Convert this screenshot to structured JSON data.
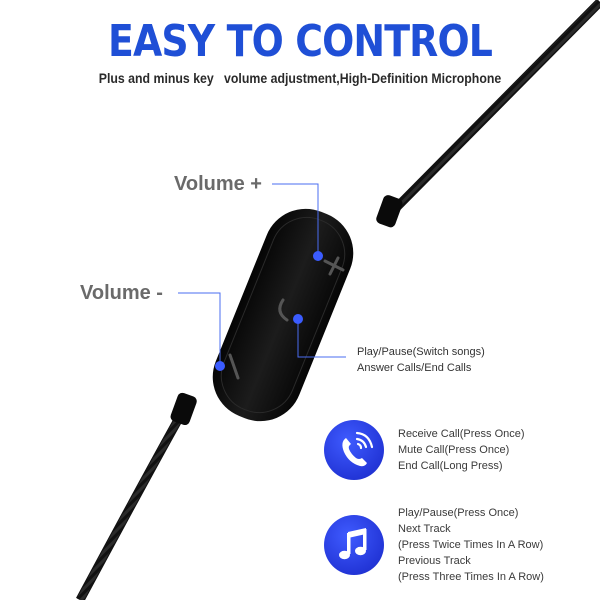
{
  "header": {
    "title": "EASY TO CONTROL",
    "subtitle": "Plus and minus key   volume adjustment,High-Definition Microphone"
  },
  "callouts": {
    "volume_up": "Volume +",
    "volume_down": "Volume -",
    "play_pause_lines": [
      "Play/Pause(Switch songs)",
      "Answer Calls/End Calls"
    ]
  },
  "features": [
    {
      "icon": "phone-icon",
      "lines": [
        "Receive Call(Press Once)",
        "Mute Call(Press Once)",
        "End Call(Long Press)"
      ]
    },
    {
      "icon": "music-note-icon",
      "lines": [
        "Play/Pause(Press Once)",
        "Next Track",
        "(Press Twice Times In A Row)",
        "Previous Track",
        "(Press Three Times In A Row)"
      ]
    }
  ],
  "colors": {
    "accent": "#1f4fd6",
    "icon_bg": "#2a3fe0",
    "dot": "#3b5cff",
    "remote": "#0d0d0d"
  }
}
